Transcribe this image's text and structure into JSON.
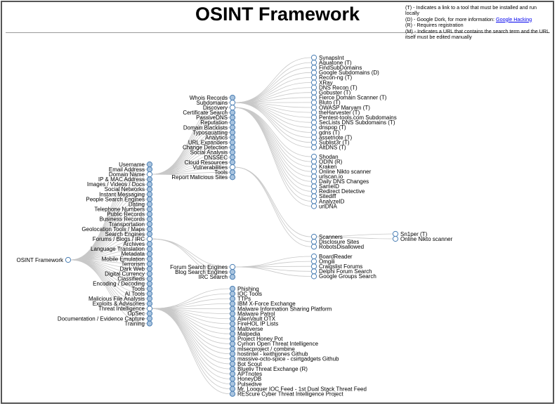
{
  "title": "OSINT Framework",
  "legend": {
    "t": "(T) - Indicates a link to a tool that must be installed and run locally",
    "d_prefix": "(D) - Google Dork, for more information:",
    "d_link": "Google Hacking",
    "r": "(R) - Requires registration",
    "m": "(M) - Indicates a URL that contains the search term and the URL itself must be edited manually"
  },
  "colors": {
    "node_fill": "#a9c4df",
    "node_stroke": "#4b7fb4",
    "link": "#c8c8c8"
  },
  "tree": {
    "name": "OSINT Framework",
    "children": [
      {
        "name": "Username"
      },
      {
        "name": "Email Address"
      },
      {
        "name": "Domain Name",
        "children": [
          {
            "name": "Whois Records"
          },
          {
            "name": "Subdomains",
            "children": [
              {
                "name": "SynapsInt"
              },
              {
                "name": "Aquatone (T)"
              },
              {
                "name": "FindSubDomains"
              },
              {
                "name": "Google Subdomains (D)"
              },
              {
                "name": "Recon-ng (T)"
              },
              {
                "name": "XRay"
              },
              {
                "name": "DNS Recon (T)"
              },
              {
                "name": "Gobuster (T)"
              },
              {
                "name": "Fierce Domain Scanner (T)"
              },
              {
                "name": "Bluto (T)"
              },
              {
                "name": "OWASP Maryam (T)"
              },
              {
                "name": "theHarvester (T)"
              },
              {
                "name": "Pentest-tools.com Subdomains"
              },
              {
                "name": "SecLists DNS Subdomains (T)"
              },
              {
                "name": "dnspop (T)"
              },
              {
                "name": "gdns (T)"
              },
              {
                "name": "assetnote (T)"
              },
              {
                "name": "Sublist3r (T)"
              },
              {
                "name": "AltDNS (T)"
              }
            ]
          },
          {
            "name": "Discovery",
            "children": [
              {
                "name": "Shodan"
              },
              {
                "name": "ODIN (R)"
              },
              {
                "name": "Kraken"
              },
              {
                "name": "Online Nikto scanner"
              },
              {
                "name": "urlscan.io"
              },
              {
                "name": "Daily DNS Changes"
              },
              {
                "name": "SameID"
              },
              {
                "name": "Redirect Detective"
              },
              {
                "name": "Sitediff"
              },
              {
                "name": "AnalyzeID"
              },
              {
                "name": "urlDNA"
              }
            ]
          },
          {
            "name": "Certificate Search"
          },
          {
            "name": "PassiveDNS"
          },
          {
            "name": "Reputation"
          },
          {
            "name": "Domain Blacklists"
          },
          {
            "name": "Typosquatting"
          },
          {
            "name": "Analytics"
          },
          {
            "name": "URL Expanders"
          },
          {
            "name": "Change Detection"
          },
          {
            "name": "Social Analysis"
          },
          {
            "name": "DNSSEC"
          },
          {
            "name": "Cloud Resources"
          },
          {
            "name": "Vulnerabilities",
            "children": [
              {
                "name": "Scanners",
                "children": [
                  {
                    "name": "Sn1per (T)"
                  },
                  {
                    "name": "Online Nikto scanner"
                  }
                ]
              },
              {
                "name": "Disclosure Sites"
              },
              {
                "name": "RobotsDisallowed"
              }
            ]
          },
          {
            "name": "Tools"
          },
          {
            "name": "Report Malicious Sites"
          }
        ]
      },
      {
        "name": "IP & MAC Address"
      },
      {
        "name": "Images / Videos / Docs"
      },
      {
        "name": "Social Networks"
      },
      {
        "name": "Instant Messaging"
      },
      {
        "name": "People Search Engines"
      },
      {
        "name": "Dating"
      },
      {
        "name": "Telephone Numbers"
      },
      {
        "name": "Public Records"
      },
      {
        "name": "Business Records"
      },
      {
        "name": "Transportation"
      },
      {
        "name": "Geolocation Tools / Maps"
      },
      {
        "name": "Search Engines"
      },
      {
        "name": "Forums / Blogs / IRC",
        "children": [
          {
            "name": "Forum Search Engines",
            "children": [
              {
                "name": "BoardReader"
              },
              {
                "name": "Omgili"
              },
              {
                "name": "Craigslist Forums"
              },
              {
                "name": "Delphi Forum Search"
              },
              {
                "name": "Google Groups Search"
              }
            ]
          },
          {
            "name": "Blog Search Engines"
          },
          {
            "name": "IRC Search"
          }
        ]
      },
      {
        "name": "Archives"
      },
      {
        "name": "Language Translation"
      },
      {
        "name": "Metadata"
      },
      {
        "name": "Mobile Emulation"
      },
      {
        "name": "Terrorism"
      },
      {
        "name": "Dark Web"
      },
      {
        "name": "Digital Currency"
      },
      {
        "name": "Classifieds"
      },
      {
        "name": "Encoding / Decoding"
      },
      {
        "name": "Tools"
      },
      {
        "name": "AI Tools"
      },
      {
        "name": "Malicious File Analysis"
      },
      {
        "name": "Exploits & Advisories"
      },
      {
        "name": "Threat Intelligence",
        "children": [
          {
            "name": "Phishing"
          },
          {
            "name": "IOC Tools"
          },
          {
            "name": "TTPs"
          },
          {
            "name": "IBM X-Force Exchange"
          },
          {
            "name": "Malware Information Sharing Platform"
          },
          {
            "name": "Malware Patrol"
          },
          {
            "name": "AlienVault OTX"
          },
          {
            "name": "FireHOL IP Lists"
          },
          {
            "name": "Maltiverse"
          },
          {
            "name": "Malpedia"
          },
          {
            "name": "Project Honey Pot"
          },
          {
            "name": "Cymon Open Threat Intelligence"
          },
          {
            "name": "mlsecproject / combine"
          },
          {
            "name": "hostintel - keithjjones Github"
          },
          {
            "name": "massive-octo-spice - csirtgadgets Github"
          },
          {
            "name": "Bot Scout"
          },
          {
            "name": "Blueliv Threat Exchange (R)"
          },
          {
            "name": "APTnotes"
          },
          {
            "name": "HoneyDB"
          },
          {
            "name": "Pulsedive"
          },
          {
            "name": "Mr. Looquer IOC Feed - 1st Dual Stack Threat Feed"
          },
          {
            "name": "REScure Cyber Threat Intelligence Project"
          }
        ]
      },
      {
        "name": "OpSec"
      },
      {
        "name": "Documentation / Evidence Capture"
      },
      {
        "name": "Training"
      }
    ]
  }
}
